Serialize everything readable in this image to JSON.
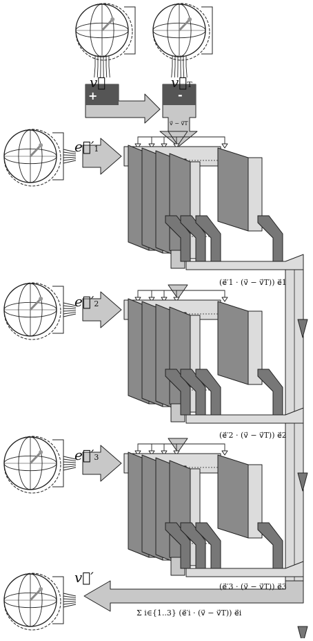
{
  "colors": {
    "arrow_fill": "#c8c8c8",
    "block_dark": "#8a8a8a",
    "block_mid": "#a8a8a8",
    "block_light": "#dcdcdc",
    "line": "#222222"
  },
  "inputs": {
    "v": "v⃗",
    "v_T": "v⃗",
    "v_T_sub": "T",
    "plus": "+",
    "minus": "-",
    "diff_top": "v⃗ − v⃗T"
  },
  "basis": [
    {
      "name": "e⃗′",
      "sub": "1"
    },
    {
      "name": "e⃗′",
      "sub": "2"
    },
    {
      "name": "e⃗′",
      "sub": "3"
    }
  ],
  "projections": [
    "(e⃗′1 · (v⃗ − v⃗T)) e⃗1",
    "(e⃗′2 · (v⃗ − v⃗T)) e⃗2",
    "(e⃗′3 · (v⃗ − v⃗T)) e⃗3"
  ],
  "output": {
    "v_prime": "v⃗′",
    "sum_formula": "Σ i∈{1..3} (e⃗′i · (v⃗ − v⃗T)) e⃗i"
  }
}
